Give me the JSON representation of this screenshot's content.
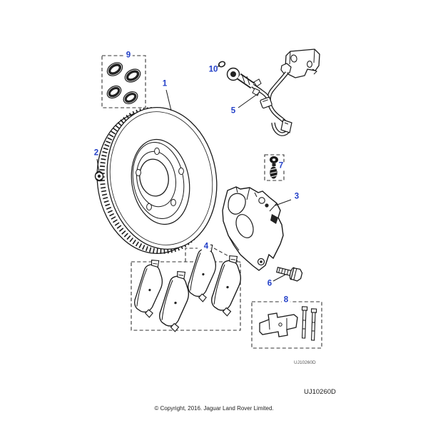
{
  "diagram": {
    "kind": "exploded-parts-diagram",
    "colors": {
      "callout": "#2340c8",
      "line": "#1a1a1a",
      "background": "#ffffff"
    }
  },
  "callouts": [
    {
      "number": "1",
      "depicts": "brake-disc"
    },
    {
      "number": "2",
      "depicts": "retaining-nut"
    },
    {
      "number": "3",
      "depicts": "brake-caliper"
    },
    {
      "number": "4",
      "depicts": "brake-pad-kit"
    },
    {
      "number": "5",
      "depicts": "brake-hose"
    },
    {
      "number": "6",
      "depicts": "caliper-bolt"
    },
    {
      "number": "7",
      "depicts": "bleed-screw"
    },
    {
      "number": "8",
      "depicts": "pad-fitting-kit"
    },
    {
      "number": "9",
      "depicts": "seal-kit"
    },
    {
      "number": "10",
      "depicts": "hose-clip"
    }
  ],
  "footer": {
    "code_small": "UJ10260D",
    "code_large": "UJ10260D",
    "copyright": "© Copyright, 2016. Jaguar Land Rover Limited."
  }
}
